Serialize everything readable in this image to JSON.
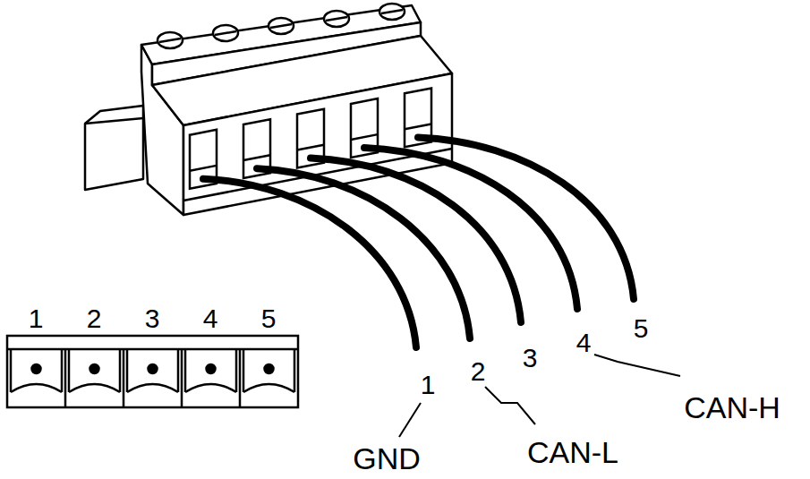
{
  "diagram": {
    "labels": [
      "1",
      "2",
      "3",
      "4",
      "5",
      "1",
      "2",
      "3",
      "4",
      "5",
      "GND",
      "CAN-L",
      "CAN-H"
    ]
  }
}
